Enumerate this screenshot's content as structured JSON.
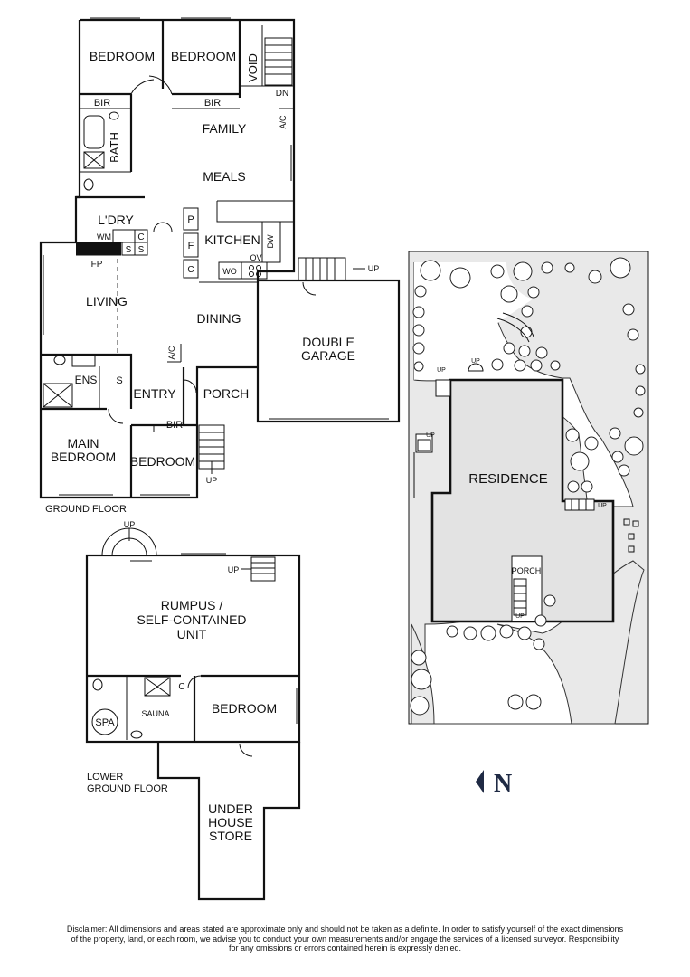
{
  "rooms": {
    "bedroom_1": "BEDROOM",
    "bedroom_2": "BEDROOM",
    "void": "VOID",
    "dn": "DN",
    "bir_1": "BIR",
    "bir_2": "BIR",
    "ac_1": "A/C",
    "family": "FAMILY",
    "bath": "BATH",
    "meals": "MEALS",
    "ldry": "L'DRY",
    "p": "P",
    "f": "F",
    "kitchen": "KITCHEN",
    "dw": "DW",
    "wm": "WM",
    "c_1": "C",
    "s_1": "S",
    "s_2": "S",
    "ov": "OV",
    "wo": "WO",
    "c_2": "C",
    "fp": "FP",
    "up_garage": "UP",
    "living": "LIVING",
    "dining": "DINING",
    "double_garage_1": "DOUBLE",
    "double_garage_2": "GARAGE",
    "ac_2": "A/C",
    "ens": "ENS",
    "s_3": "S",
    "entry": "ENTRY",
    "porch": "PORCH",
    "bir_3": "BIR",
    "main_bedroom_1": "MAIN",
    "main_bedroom_2": "BEDROOM",
    "bedroom_3": "BEDROOM",
    "up_entry": "UP",
    "ground_floor": "GROUND FLOOR",
    "up_lower_1": "UP",
    "up_lower_2": "UP",
    "rumpus_1": "RUMPUS /",
    "rumpus_2": "SELF-CONTAINED",
    "rumpus_3": "UNIT",
    "c_3": "C",
    "spa": "SPA",
    "sauna": "SAUNA",
    "bedroom_4": "BEDROOM",
    "lower_ground_1": "LOWER",
    "lower_ground_2": "GROUND FLOOR",
    "store_1": "UNDER",
    "store_2": "HOUSE",
    "store_3": "STORE"
  },
  "site": {
    "residence": "RESIDENCE",
    "porch": "PORCH",
    "up_1": "UP",
    "up_2": "UP",
    "up_3": "UP",
    "up_4": "UP",
    "up_5": "UP"
  },
  "north": "N",
  "disclaimer": {
    "line1": "Disclaimer: All dimensions and areas stated are approximate only and should not be taken as a definite. In order to satisfy yourself of the exact dimensions",
    "line2": "of the property, land, or each room, we advise you to conduct your own measurements and/or engage the services of a licensed surveyor. Responsibility",
    "line3": "for any omissions or errors contained herein is expressly denied."
  }
}
